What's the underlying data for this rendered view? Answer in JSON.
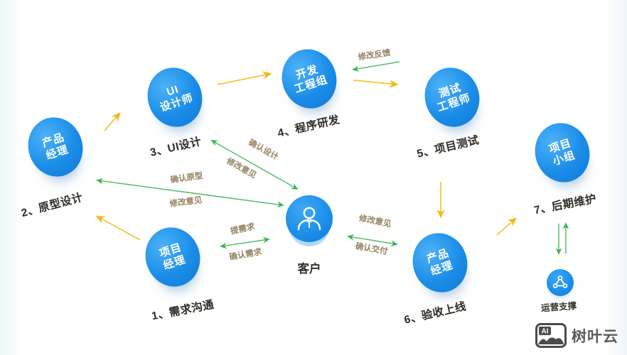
{
  "colors": {
    "node_blue": "#1b8de8",
    "arrow_yellow": "#f2b917",
    "arrow_green": "#3db65a",
    "step_label_dark": "#2f2b25",
    "edge_label_tan": "#93825f",
    "watermark_gray": "#4b4b4b"
  },
  "nodes": [
    {
      "id": "product-manager-left",
      "lines": [
        "产品",
        "经理"
      ],
      "step": "2、原型设计"
    },
    {
      "id": "ui-designer",
      "lines": [
        "UI",
        "设计师"
      ],
      "step": "3、UI设计"
    },
    {
      "id": "dev-group",
      "lines": [
        "开发",
        "工程组"
      ],
      "step": "4、程序研发"
    },
    {
      "id": "test-engineer",
      "lines": [
        "测试",
        "工程师"
      ],
      "step": "5、项目测试"
    },
    {
      "id": "project-team",
      "lines": [
        "项目",
        "小组"
      ],
      "step": "7、后期维护"
    },
    {
      "id": "project-manager",
      "lines": [
        "项目",
        "经理"
      ],
      "step": "1、需求沟通"
    },
    {
      "id": "product-manager-right",
      "lines": [
        "产品",
        "经理"
      ],
      "step": "6、验收上线"
    }
  ],
  "customer": {
    "label": "客户"
  },
  "ops": {
    "label": "运营支撑"
  },
  "edge_labels": {
    "dev_test_feedback": "修改反馈",
    "ui_confirm_design": "确认设计",
    "ui_revision": "修改意见",
    "proto_confirm": "确认原型",
    "proto_revision": "修改意见",
    "submit_requirement": "提需求",
    "confirm_requirement": "确认需求",
    "delivery_revision": "修改意见",
    "confirm_delivery": "确认交付"
  },
  "watermark": {
    "logo_text": "AI",
    "brand": "树叶云"
  }
}
